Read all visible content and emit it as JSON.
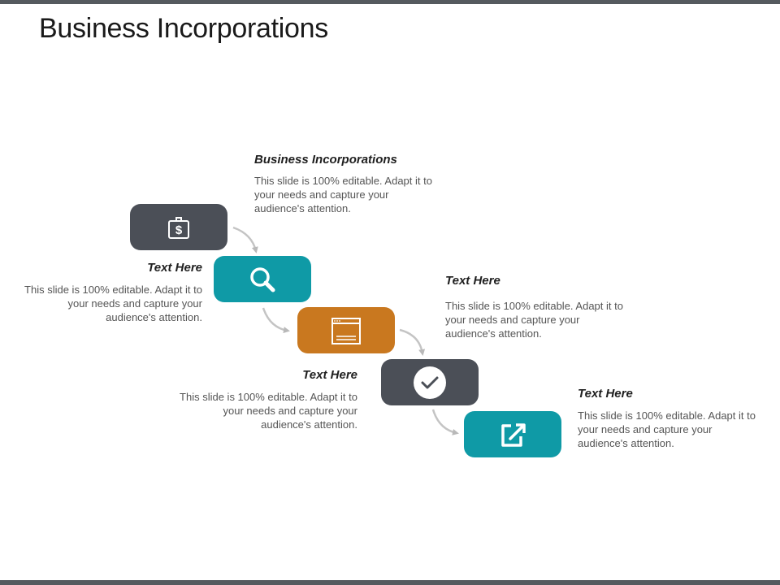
{
  "slide": {
    "title": "Business Incorporations"
  },
  "steps": [
    {
      "icon": "money-bag-icon",
      "color": "#4b4f57"
    },
    {
      "icon": "search-icon",
      "color": "#0f9aa6"
    },
    {
      "icon": "browser-window-icon",
      "color": "#c9781f"
    },
    {
      "icon": "checkmark-icon",
      "color": "#4b4f57"
    },
    {
      "icon": "external-link-icon",
      "color": "#0f9aa6"
    }
  ],
  "captions": [
    {
      "heading": "Business Incorporations",
      "body": "This slide is 100% editable. Adapt it to your needs and capture your audience's attention."
    },
    {
      "heading": "Text Here",
      "body": "This slide is 100% editable. Adapt it to your needs and capture your audience's attention."
    },
    {
      "heading": "Text Here",
      "body": "This slide is 100% editable. Adapt it to your needs and capture your audience's attention."
    },
    {
      "heading": "Text Here",
      "body": "This slide is 100% editable. Adapt it to your needs and capture your audience's attention."
    },
    {
      "heading": "Text Here",
      "body": "This slide is 100% editable. Adapt it to your needs and capture your audience's attention."
    }
  ]
}
